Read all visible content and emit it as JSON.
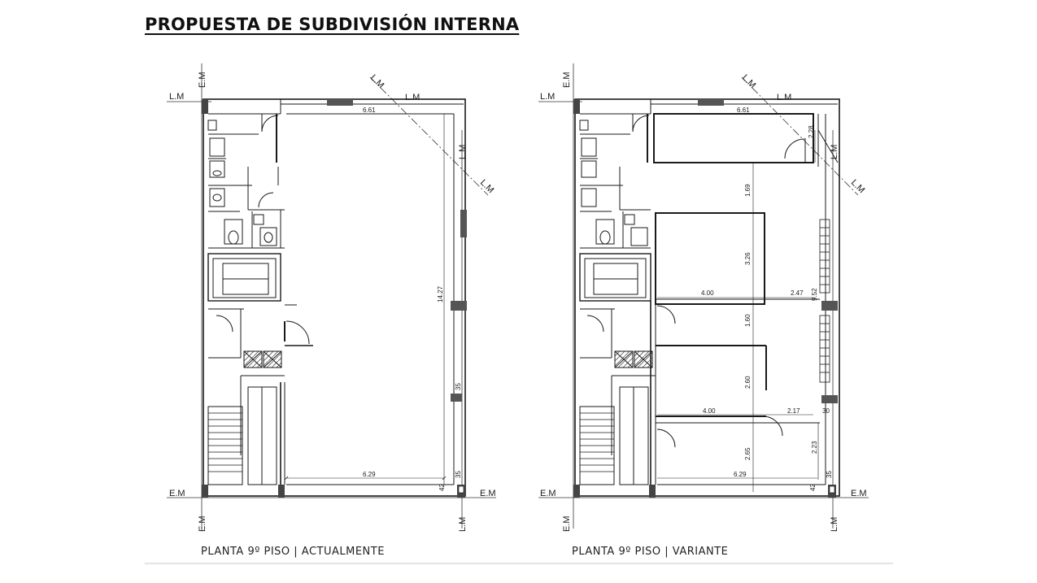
{
  "title": "PROPUESTA DE SUBDIVISIÓN INTERNA",
  "colors": {
    "ink": "#1a1a1a",
    "wall": "#333333",
    "column": "#555555",
    "rule": "#e4e4e4"
  },
  "plans": [
    {
      "caption": "PLANTA 9º PISO  |  ACTUALMENTE",
      "lm": "L.M",
      "em": "E.M",
      "dims": {
        "top": "6.61",
        "bottom": "6.29",
        "height": "14.27",
        "d35a": "35",
        "d35b": "35",
        "d42": "42"
      }
    },
    {
      "caption": "PLANTA 9º PISO  |  VARIANTE",
      "lm": "L.M",
      "em": "E.M",
      "dims": {
        "top": "6.61",
        "bottom": "6.29",
        "d228": "2.28",
        "d169": "1.69",
        "d326": "3.26",
        "d400a": "4.00",
        "d247": "2.47",
        "d952": "9.52",
        "d160": "1.60",
        "d260": "2.60",
        "d400b": "4.00",
        "d217": "2.17",
        "d30": "30",
        "d265": "2.65",
        "d223": "2.23",
        "d35": "35",
        "d42": "42"
      }
    }
  ]
}
